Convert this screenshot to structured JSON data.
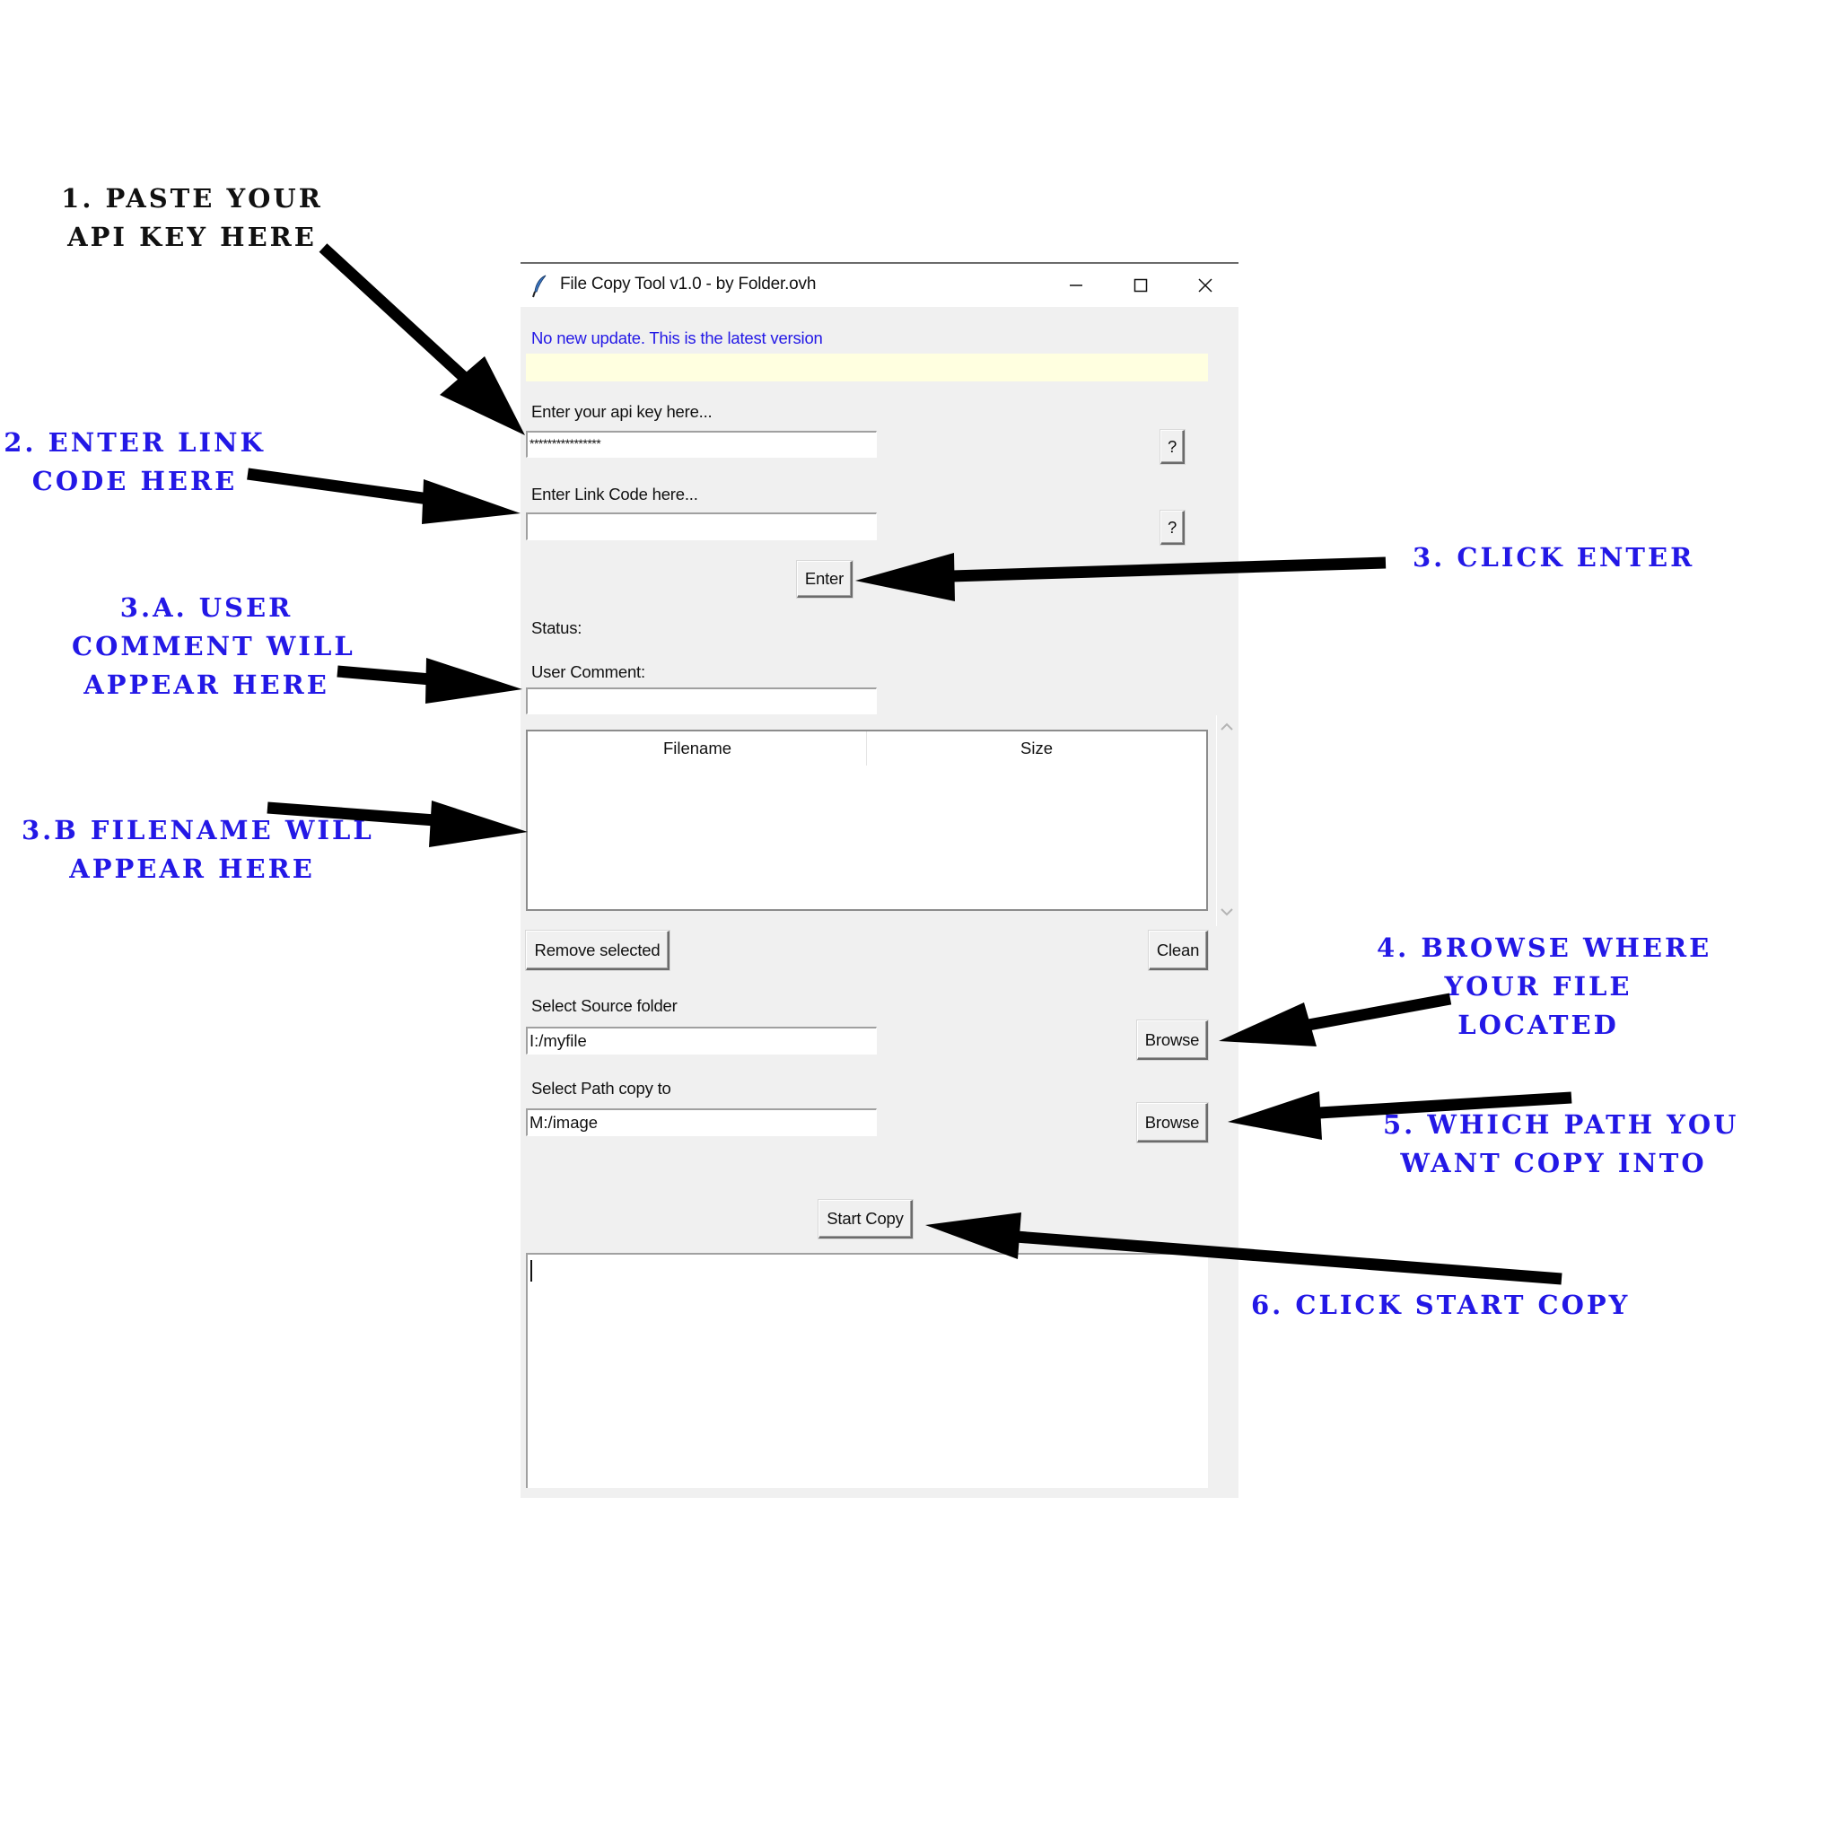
{
  "window": {
    "title": "File Copy Tool v1.0 - by Folder.ovh",
    "icon": "feather-icon",
    "controls": [
      "minimize-icon",
      "maximize-icon",
      "close-icon"
    ]
  },
  "update": {
    "message": "No new update. This is the latest version",
    "message_color": "#2318e6",
    "banner_color": "#ffffe0"
  },
  "api_key": {
    "label": "Enter your api key here...",
    "value": "****************",
    "help_label": "?"
  },
  "link_code": {
    "label": "Enter Link Code here...",
    "value": "",
    "help_label": "?"
  },
  "enter_button": {
    "label": "Enter"
  },
  "status": {
    "label": "Status:",
    "value": ""
  },
  "user_comment": {
    "label": "User Comment:",
    "value": ""
  },
  "file_table": {
    "columns": [
      "Filename",
      "Size"
    ],
    "rows": []
  },
  "actions": {
    "remove_selected": "Remove selected",
    "clean": "Clean"
  },
  "source": {
    "label": "Select Source folder",
    "value": "I:/myfile",
    "browse_label": "Browse"
  },
  "destination": {
    "label": "Select Path copy to",
    "value": "M:/image",
    "browse_label": "Browse"
  },
  "start_copy": {
    "label": "Start Copy"
  },
  "log": {
    "value": ""
  },
  "annotations": {
    "colors": {
      "black": "#111111",
      "blue": "#2318e6"
    },
    "step1": [
      "1. PASTE YOUR",
      "API KEY HERE"
    ],
    "step2": [
      "2. ENTER LINK",
      "CODE HERE"
    ],
    "step3": [
      "3. CLICK ENTER"
    ],
    "step3a": [
      "3.A. USER",
      "COMMENT WILL",
      "APPEAR HERE"
    ],
    "step3b": [
      "3.B FILENAME WILL",
      "APPEAR HERE"
    ],
    "step4": [
      "4. BROWSE WHERE",
      "YOUR FILE",
      "LOCATED"
    ],
    "step5": [
      "5. WHICH PATH YOU",
      "WANT COPY INTO"
    ],
    "step6": [
      "6. CLICK START COPY"
    ]
  }
}
